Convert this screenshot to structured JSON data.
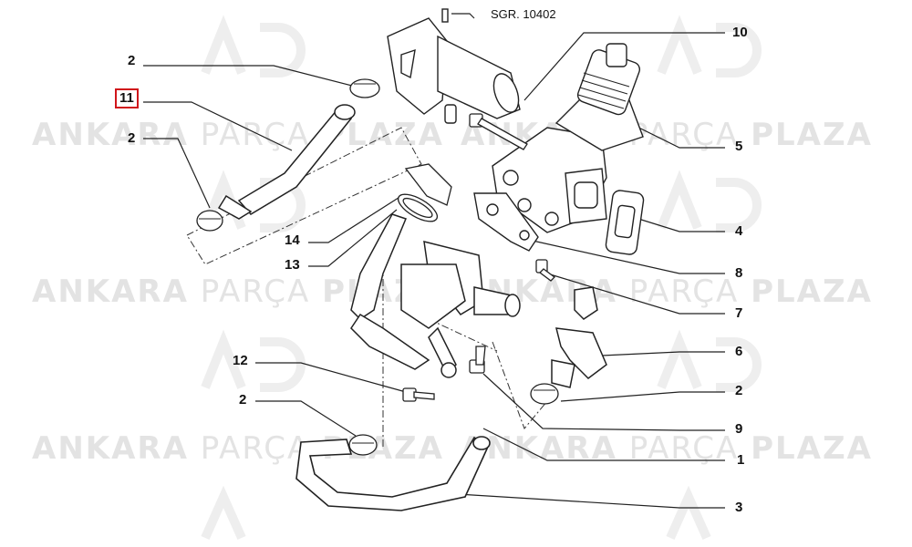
{
  "reference": "SGR. 10402",
  "watermark": {
    "part1": "ANKARA",
    "part2": "PARÇA",
    "part3": "PLAZA"
  },
  "highlight_color": "#d0151b",
  "callouts": {
    "c2_top": "2",
    "c11": "11",
    "c2_left": "2",
    "c14": "14",
    "c13": "13",
    "c12": "12",
    "c2_bottom": "2",
    "c10": "10",
    "c5": "5",
    "c4": "4",
    "c8": "8",
    "c7": "7",
    "c6": "6",
    "c2_right": "2",
    "c9": "9",
    "c1": "1",
    "c3": "3"
  }
}
